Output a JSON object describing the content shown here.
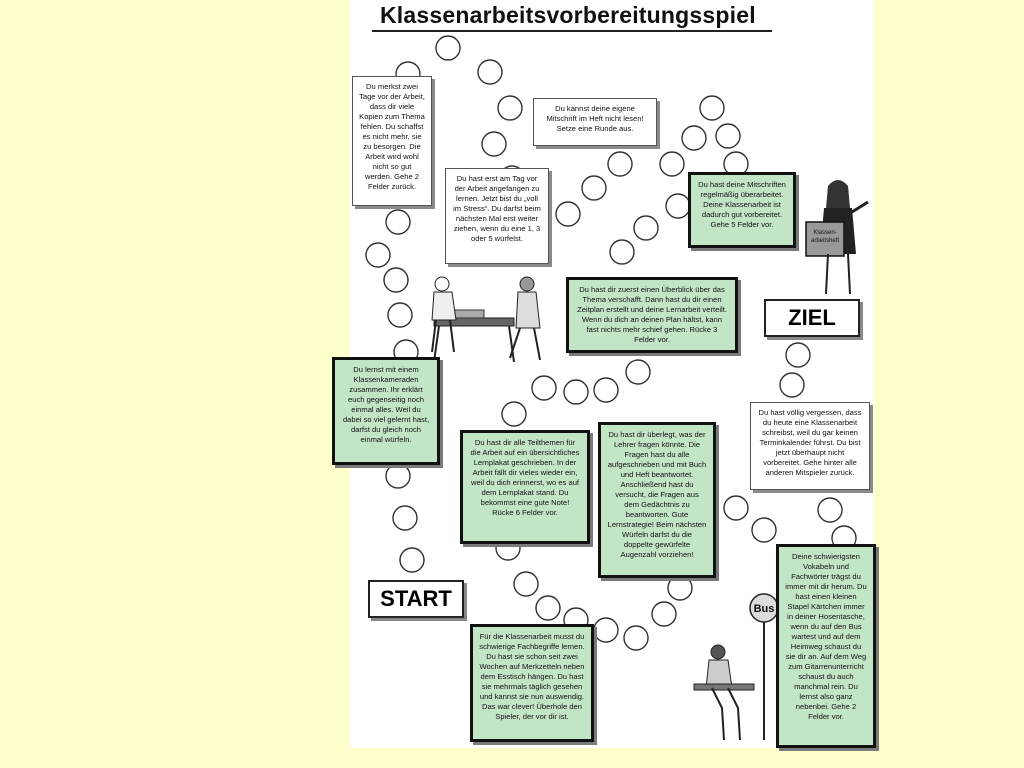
{
  "title": "Klassenarbeitsvorbereitungsspiel",
  "labels": {
    "start": "START",
    "ziel": "ZIEL"
  },
  "cards": [
    {
      "id": "kopien",
      "style": "white",
      "text": "Du merkst zwei Tage vor der Arbeit, dass dir viele Kopien zum Thema fehlen. Du schaffst es nicht mehr, sie zu besorgen. Die Arbeit wird wohl nicht so gut werden. Gehe 2 Felder zurück."
    },
    {
      "id": "mitschrift",
      "style": "white",
      "text": "Du kannst deine eigene Mitschrift im Heft nicht lesen! Setze eine Runde aus."
    },
    {
      "id": "stress",
      "style": "white",
      "text": "Du hast erst am Tag vor der Arbeit angefangen zu lernen. Jetzt bist du „voll im Stress“. Du darfst beim nächsten Mal erst weiter ziehen, wenn du eine 1, 3 oder 5 würfelst."
    },
    {
      "id": "ueberarbeitet",
      "style": "green",
      "text": "Du hast deine Mitschriften regelmäßig überarbeitet. Deine Klassenarbeit ist dadurch gut vorbereitet. Gehe 5 Felder vor."
    },
    {
      "id": "zeitplan",
      "style": "green",
      "text": "Du hast dir zuerst einen Überblick über das Thema verschafft. Dann hast du dir einen Zeitplan erstellt und deine Lernarbeit verteilt. Wenn du dich an deinen Plan hältst, kann fast nichts mehr schief gehen. Rücke 3 Felder vor."
    },
    {
      "id": "klassenkamerad",
      "style": "green",
      "text": "Du lernst mit einem Klassenkameraden zusammen. Ihr erklärt euch gegenseitig noch einmal alles. Weil du dabei so viel gelernt hast, darfst du gleich noch einmal würfeln."
    },
    {
      "id": "vergessen",
      "style": "white",
      "text": "Du hast völlig vergessen, dass du heute eine Klassenarbeit schreibst, weil du gar keinen Terminkalender führst. Du bist jetzt überhaupt nicht vorbereitet. Gehe hinter alle anderen Mitspieler zurück."
    },
    {
      "id": "lernplakat",
      "style": "green",
      "text": "Du hast dir alle Teilthemen für die Arbeit auf ein übersichtliches Lernplakat geschrieben. In der Arbeit fällt dir vieles wieder ein, weil du dich erinnerst, wo es auf dem Lernplakat stand. Du bekommst eine gute Note! Rücke 6 Felder vor."
    },
    {
      "id": "fragen",
      "style": "green",
      "text": "Du hast dir überlegt, was der Lehrer fragen könnte. Die Fragen hast du alle aufgeschrieben und mit Buch und Heft beantwortet. Anschließend hast du versucht, die Fragen aus dem Gedächtnis zu beantworten. Gute Lernstrategie! Beim nächsten Würfeln darfst du die doppelte gewürfelte Augenzahl vorziehen!"
    },
    {
      "id": "vokabeln",
      "style": "green",
      "text": "Deine schwierigsten Vokabeln und Fachwörter trägst du immer mit dir herum. Du hast einen kleinen Stapel Kärtchen immer in deiner Hosentasche, wenn du auf den Bus wartest und auf dem Heimweg schaust du sie dir an. Auf dem Weg zum Gitarrenunterricht schaust du auch manchmal rein. Du lernst also ganz nebenbei. Gehe 2 Felder vor."
    },
    {
      "id": "fachbegriffe",
      "style": "green",
      "text": "Für die Klassenarbeit musst du schwierige Fachbegriffe lernen. Du hast sie schon seit zwei Wochen auf Merkzetteln neben dem Esstisch hängen. Du hast sie mehrmals täglich gesehen und kannst sie nun auswendig. Das war clever! Überhole den Spieler, der vor dir ist."
    }
  ],
  "illustrations": {
    "girl_sign": "Klassen-arbeitsheft",
    "bus_sign": "Bus"
  },
  "colors": {
    "background": "#ffffcc",
    "green_card": "#c2e5c5",
    "white_card": "#ffffff"
  }
}
